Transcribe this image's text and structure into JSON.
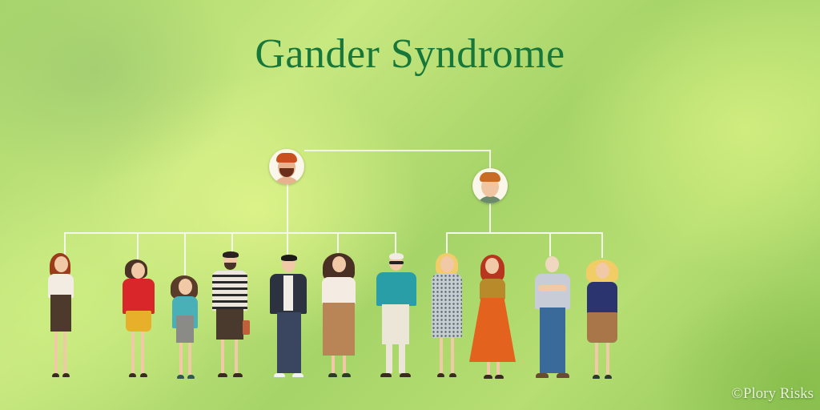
{
  "title": "Gander Syndrome",
  "watermark": "©Plory Risks",
  "colors": {
    "title": "#17773a",
    "lines": "#f4f8ea",
    "background_light": "#d6f08a",
    "background_dark": "#94c85a"
  },
  "diagram": {
    "type": "family-tree",
    "parents": [
      {
        "id": "father",
        "description": "red-haired bearded man",
        "hair": "#c8501e",
        "skin": "#e9b28e",
        "shirt": "#e9b28e"
      },
      {
        "id": "mother",
        "description": "person with orange head wrap",
        "hair": "#c86b24",
        "skin": "#f0c6a2",
        "shirt": "#6a8a6a"
      }
    ],
    "children_group_left": [
      {
        "description": "woman, red hair, white top, brown skirt",
        "hair": "#9c3a1c",
        "top": "#f2ece2",
        "bottom": "#4e3a2c"
      },
      {
        "description": "woman, red sweater, yellow skirt",
        "hair": "#4a3224",
        "top": "#d8262a",
        "bottom": "#e8b02a"
      },
      {
        "description": "girl, teal cardigan, patterned dress",
        "hair": "#5a3c2a",
        "top": "#4ab0b8",
        "bottom": "#8a8a86"
      },
      {
        "description": "bearded man, striped shirt, brown shorts",
        "hair": "#2a2220",
        "top": "#ece6dc",
        "bottom": "#4a3a2e"
      },
      {
        "description": "man with glasses, black jacket, navy trousers",
        "hair": "#1e1a1a",
        "top": "#2c3240",
        "bottom": "#3a4660"
      },
      {
        "description": "woman, white blouse, tan skirt",
        "hair": "#4a3024",
        "top": "#f4ece2",
        "bottom": "#b98456"
      },
      {
        "description": "man with sunglasses, teal shirt, white trousers",
        "hair": "#f0ece4",
        "top": "#2a9ea6",
        "bottom": "#ece6d8"
      }
    ],
    "children_group_right": [
      {
        "description": "blonde woman, patterned dress",
        "hair": "#f0cc6a",
        "top": "#c4cdd0",
        "bottom": "#c4cdd0"
      },
      {
        "description": "red-haired woman, orange long skirt",
        "hair": "#b8361e",
        "top": "#b88a2a",
        "bottom": "#e2621e"
      },
      {
        "description": "bald older man, grey sweater, blue jeans",
        "hair": "#f0d8c0",
        "top": "#c8ccd6",
        "bottom": "#3a6a9a"
      },
      {
        "description": "blonde woman, navy top, brown skirt",
        "hair": "#f2cc64",
        "top": "#2c3470",
        "bottom": "#a87648"
      }
    ]
  }
}
